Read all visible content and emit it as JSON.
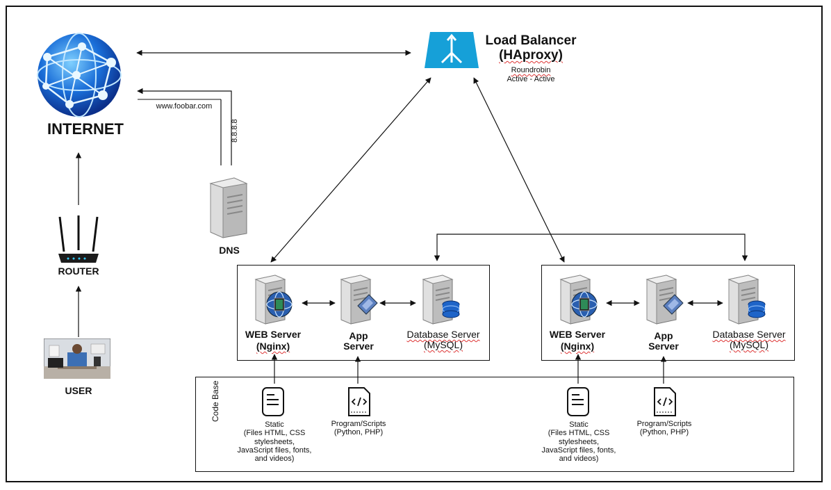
{
  "internet": {
    "label": "INTERNET"
  },
  "router": {
    "label": "ROUTER"
  },
  "user": {
    "label": "USER"
  },
  "dns": {
    "label": "DNS",
    "ip": "8.8.8.8",
    "domain": "www.foobar.com"
  },
  "load_balancer": {
    "title_line1": "Load Balancer",
    "title_line2": "(HAproxy)",
    "algorithm": "Roundrobin",
    "mode": "Active - Active",
    "accent": "#16a0d8"
  },
  "clusters": [
    {
      "web": {
        "line1": "WEB Server",
        "line2": "(Nginx)"
      },
      "app": {
        "line1": "App",
        "line2": "Server"
      },
      "db": {
        "line1": "Database Server",
        "line2": "(MySQL)"
      }
    },
    {
      "web": {
        "line1": "WEB Server",
        "line2": "(Nginx)"
      },
      "app": {
        "line1": "App",
        "line2": "Server"
      },
      "db": {
        "line1": "Database Server",
        "line2": "(MySQL)"
      }
    }
  ],
  "codebase": {
    "title": "Code Base",
    "static_lines": [
      "Static",
      "(Files HTML, CSS",
      "stylesheets,",
      "JavaScript files, fonts,",
      "and videos)"
    ],
    "program_lines": [
      "Program/Scripts",
      "(Python, PHP)"
    ]
  }
}
